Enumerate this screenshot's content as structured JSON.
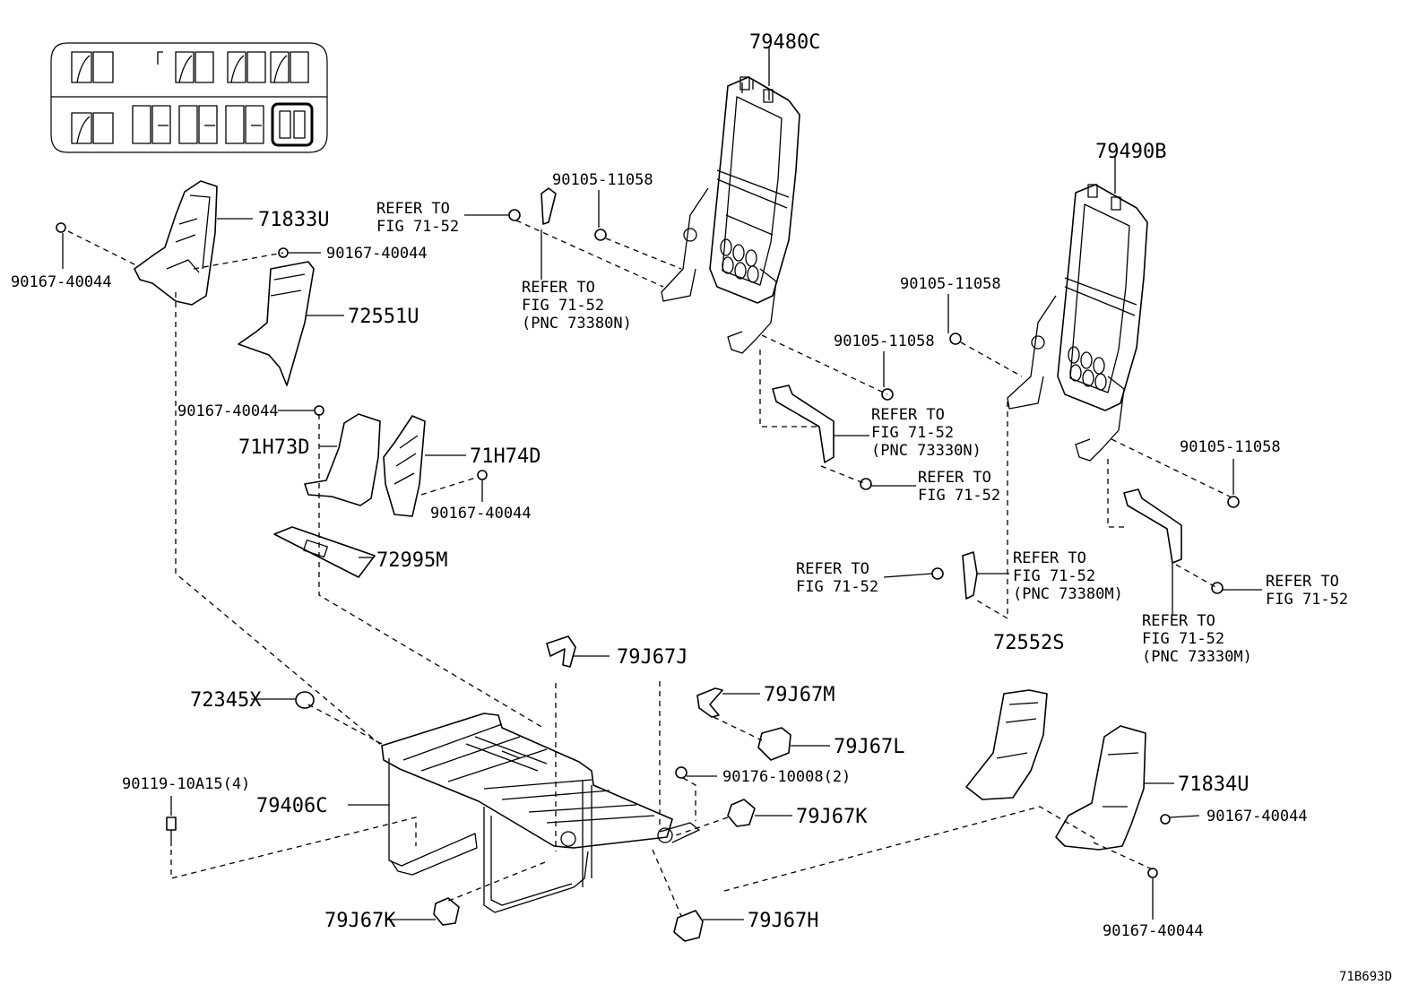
{
  "diagram_id": "71B693D",
  "labels": {
    "p79480C": "79480C",
    "p79490B": "79490B",
    "p71833U": "71833U",
    "p72551U": "72551U",
    "p71H73D": "71H73D",
    "p71H74D": "71H74D",
    "p72995M": "72995M",
    "p72345X": "72345X",
    "p90119": "90119-10A15(4)",
    "p79406C": "79406C",
    "p79J67J": "79J67J",
    "p79J67M": "79J67M",
    "p79J67L": "79J67L",
    "p90176": "90176-10008(2)",
    "p79J67K_a": "79J67K",
    "p79J67K_b": "79J67K",
    "p79J67H": "79J67H",
    "p72552S": "72552S",
    "p71834U": "71834U",
    "b90167_a": "90167-40044",
    "b90167_b": "90167-40044",
    "b90167_c": "90167-40044",
    "b90167_d": "90167-40044",
    "b90167_e": "90167-40044",
    "b90167_f": "90167-40044",
    "b90105_a": "90105-11058",
    "b90105_b": "90105-11058",
    "b90105_c": "90105-11058",
    "b90105_d": "90105-11058"
  },
  "refer_notes": {
    "refer_to": "REFER TO",
    "fig": "FIG 71-52",
    "pnc_73380N": "(PNC 73380N)",
    "pnc_73330N": "(PNC 73330N)",
    "pnc_73380M": "(PNC 73380M)",
    "pnc_73330M": "(PNC 73330M)"
  }
}
